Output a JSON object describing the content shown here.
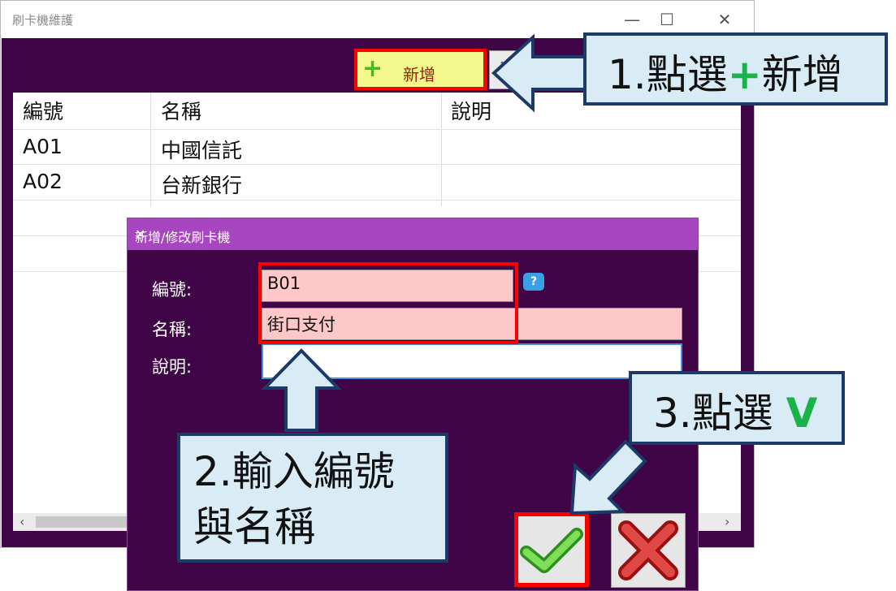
{
  "window": {
    "title": "刷卡機維護",
    "minimize": "—",
    "maximize": "☐",
    "close": "✕"
  },
  "toolbar": {
    "add_icon": "+",
    "add_label": "新增",
    "delete_icon": "✕"
  },
  "table": {
    "columns": [
      "編號",
      "名稱",
      "說明"
    ],
    "rows": [
      {
        "id": "A01",
        "name": "中國信託",
        "desc": ""
      },
      {
        "id": "A02",
        "name": "台新銀行",
        "desc": ""
      }
    ],
    "scroll_left": "‹",
    "scroll_right": "›"
  },
  "dialog": {
    "title": "新增/修改刷卡機",
    "close": "✕",
    "fields": {
      "id_label": "編號:",
      "id_value": "B01",
      "name_label": "名稱:",
      "name_value": "街口支付",
      "desc_label": "說明:",
      "desc_value": ""
    },
    "help_icon": "?"
  },
  "callouts": {
    "step1_prefix": "1.點選",
    "step1_plus": "+",
    "step1_suffix": "新增",
    "step2_line1": "2.輸入編號",
    "step2_line2": "與名稱",
    "step3_prefix": "3.點選 ",
    "step3_v": "V"
  },
  "colors": {
    "client_bg": "#3f0546",
    "dialog_title_bg": "#a846c1",
    "highlight_red": "#ff0000",
    "field_pink": "#ffc8c8",
    "callout_bg": "#d9ebf5",
    "callout_border": "#1c3a68",
    "accent_green": "#1ab34a"
  }
}
